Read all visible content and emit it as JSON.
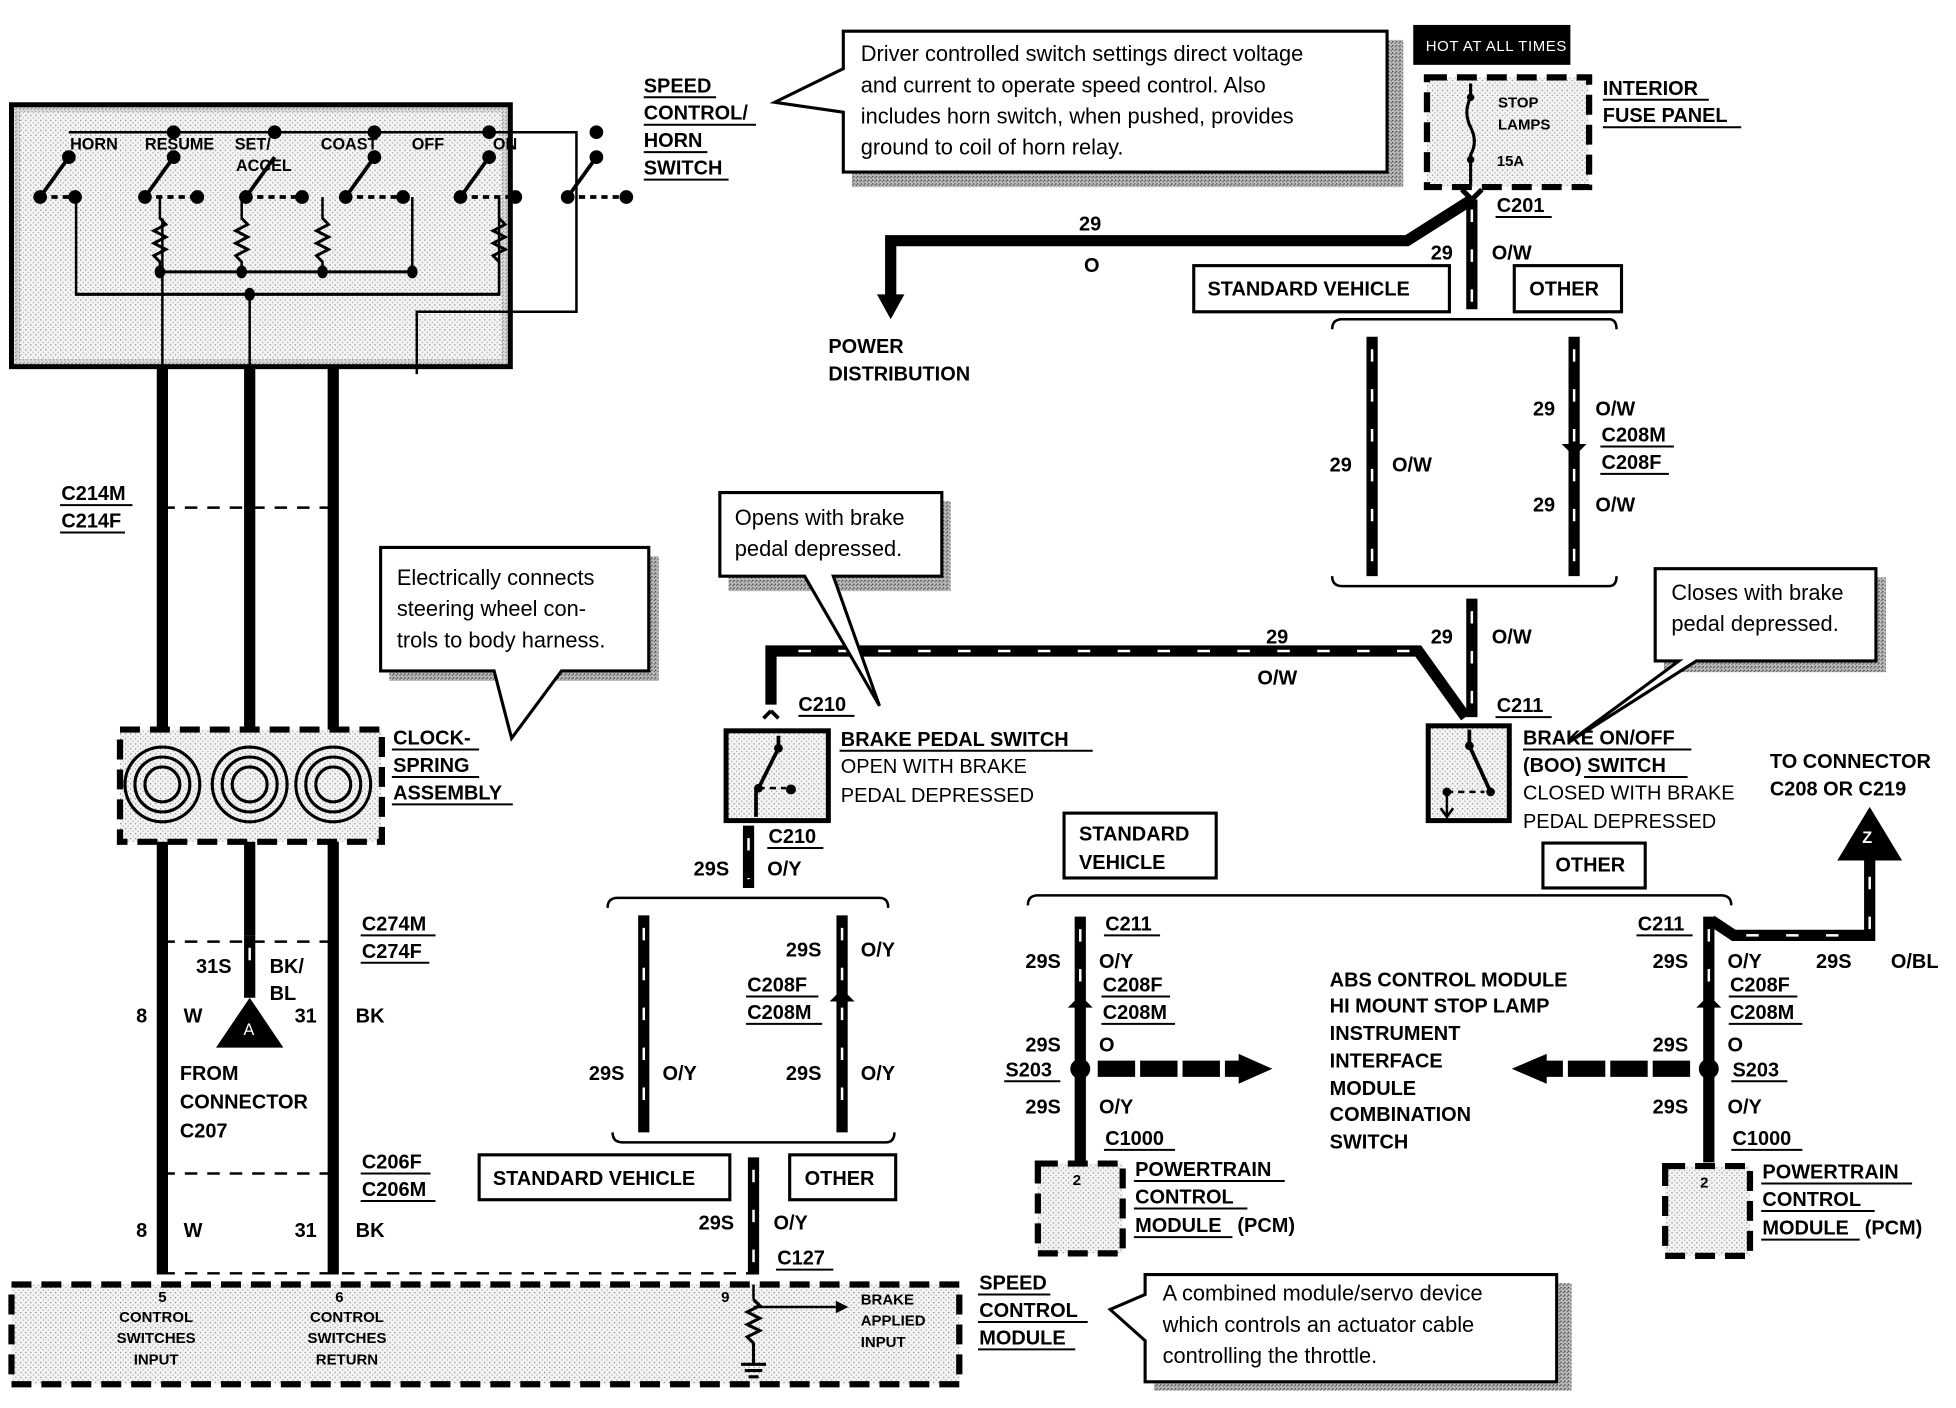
{
  "diagram": {
    "title": "Speed Control / Horn Switch Wiring",
    "components": {
      "horn_switch": {
        "label": [
          "SPEED",
          "CONTROL/",
          "HORN",
          "SWITCH"
        ],
        "switches": [
          "HORN",
          "RESUME",
          "SET/",
          "ACCEL",
          "COAST",
          "OFF",
          "ON"
        ]
      },
      "fuse_panel": {
        "header": "HOT AT ALL TIMES",
        "label": [
          "INTERIOR",
          "FUSE PANEL"
        ],
        "fuse_name": [
          "STOP",
          "LAMPS"
        ],
        "fuse_rating": "15A"
      },
      "clockspring": {
        "label": [
          "CLOCK-",
          "SPRING",
          "ASSEMBLY"
        ]
      },
      "brake_pedal_switch": {
        "title": "BRAKE PEDAL SWITCH",
        "desc": [
          "OPEN WITH BRAKE",
          "PEDAL DEPRESSED"
        ]
      },
      "boo_switch": {
        "title": [
          "BRAKE ON/OFF",
          "(BOO) SWITCH"
        ],
        "desc": [
          "CLOSED WITH BRAKE",
          "PEDAL DEPRESSED"
        ]
      },
      "speed_control_module": {
        "label": [
          "SPEED",
          "CONTROL",
          "MODULE"
        ],
        "pins": [
          {
            "num": "5",
            "name": [
              "CONTROL",
              "SWITCHES",
              "INPUT"
            ]
          },
          {
            "num": "6",
            "name": [
              "CONTROL",
              "SWITCHES",
              "RETURN"
            ]
          },
          {
            "num": "9",
            "name": [
              "BRAKE",
              "APPLIED",
              "INPUT"
            ]
          }
        ]
      },
      "pcm_left": {
        "pin": "2",
        "label": [
          "POWERTRAIN",
          "CONTROL",
          "MODULE",
          "(PCM)"
        ]
      },
      "pcm_right": {
        "pin": "2",
        "label": [
          "POWERTRAIN",
          "CONTROL",
          "MODULE",
          "(PCM)"
        ]
      },
      "power_distribution": {
        "label": [
          "POWER",
          "DISTRIBUTION"
        ]
      },
      "to_connector": {
        "label": [
          "TO CONNECTOR",
          "C208 OR C219"
        ],
        "marker": "Z"
      },
      "from_connector": {
        "label": [
          "FROM",
          "CONNECTOR",
          "C207"
        ],
        "marker": "A"
      },
      "destinations": [
        "ABS CONTROL MODULE",
        "HI MOUNT STOP LAMP",
        "INSTRUMENT",
        "INTERFACE",
        "MODULE",
        "COMBINATION",
        "SWITCH"
      ]
    },
    "callouts": {
      "horn_switch": [
        "Driver controlled switch settings direct voltage",
        "and current to operate speed control. Also",
        "includes horn switch, when pushed, provides",
        "ground to coil of horn relay."
      ],
      "clockspring": [
        "Electrically connects",
        "steering wheel con-",
        "trols to body harness."
      ],
      "brake_pedal_switch": [
        "Opens with brake",
        "pedal depressed."
      ],
      "boo_switch": [
        "Closes with brake",
        "pedal depressed."
      ],
      "speed_control_module": [
        "A combined module/servo device",
        "which controls an actuator cable",
        "controlling the throttle."
      ]
    },
    "variant_boxes": {
      "standard_vehicle": "STANDARD VEHICLE",
      "other": "OTHER",
      "standard_vehicle_2line": [
        "STANDARD",
        "VEHICLE"
      ]
    },
    "connectors": {
      "c214m": "C214M",
      "c214f": "C214F",
      "c274m": "C274M",
      "c274f": "C274F",
      "c206f": "C206F",
      "c206m": "C206M",
      "c201": "C201",
      "c210": "C210",
      "c211": "C211",
      "c208m": "C208M",
      "c208f": "C208F",
      "c127": "C127",
      "c1000": "C1000",
      "s203": "S203"
    },
    "wires": {
      "circuit_8": "8",
      "color_w": "W",
      "circuit_31": "31",
      "color_bk": "BK",
      "circuit_31s": "31S",
      "color_bkbl": [
        "BK/",
        "BL"
      ],
      "circuit_29": "29",
      "color_o": "O",
      "color_ow": "O/W",
      "circuit_29s": "29S",
      "color_oy": "O/Y",
      "color_obl": "O/BL"
    }
  }
}
